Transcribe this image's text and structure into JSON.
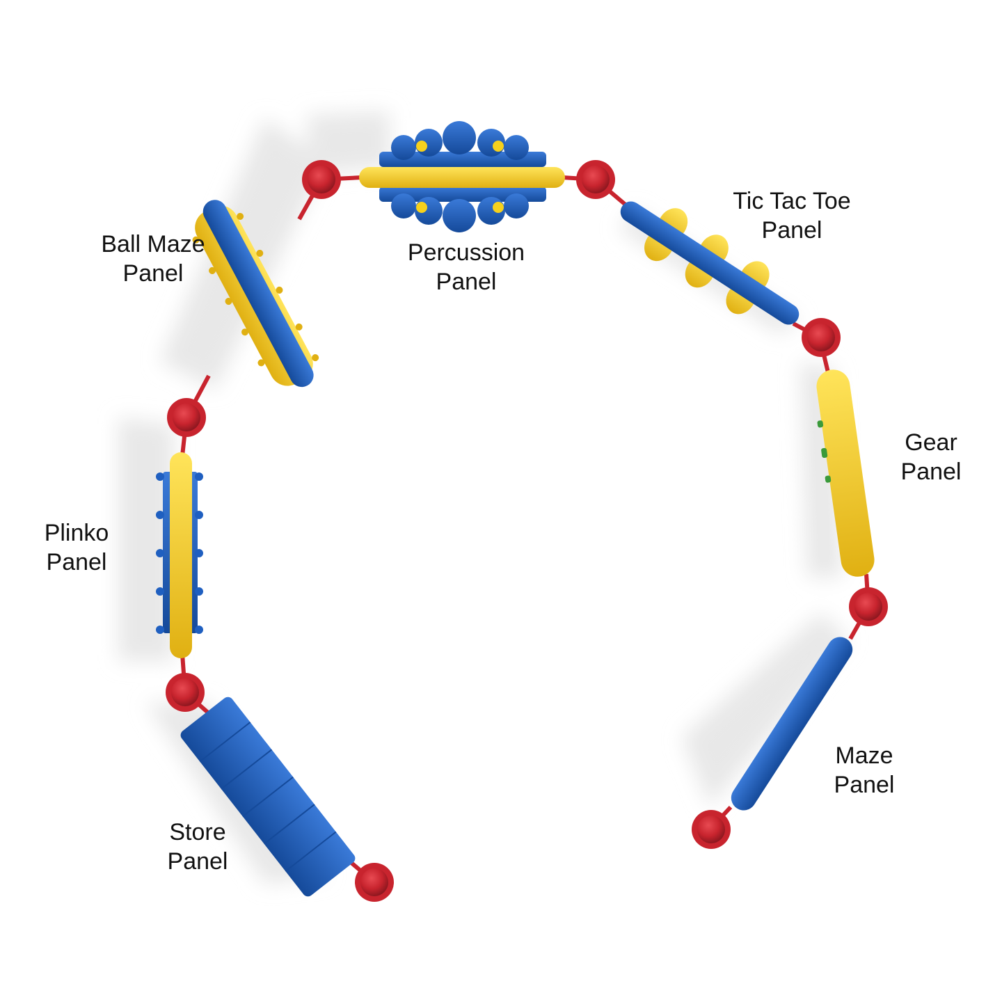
{
  "panels": [
    {
      "id": "ball-maze",
      "label": [
        "Ball Maze",
        "Panel"
      ]
    },
    {
      "id": "percussion",
      "label": [
        "Percussion",
        "Panel"
      ]
    },
    {
      "id": "tic-tac-toe",
      "label": [
        "Tic Tac Toe",
        "Panel"
      ]
    },
    {
      "id": "gear",
      "label": [
        "Gear",
        "Panel"
      ]
    },
    {
      "id": "plinko",
      "label": [
        "Plinko",
        "Panel"
      ]
    },
    {
      "id": "maze",
      "label": [
        "Maze",
        "Panel"
      ]
    },
    {
      "id": "store",
      "label": [
        "Store",
        "Panel"
      ]
    }
  ],
  "colors": {
    "blue": "#1f5fc0",
    "blue_dark": "#154a9a",
    "yellow": "#f6d11c",
    "yellow_dark": "#d9a90f",
    "red": "#c8242e",
    "red_dark": "#8f1820",
    "green": "#3a9a3a"
  }
}
